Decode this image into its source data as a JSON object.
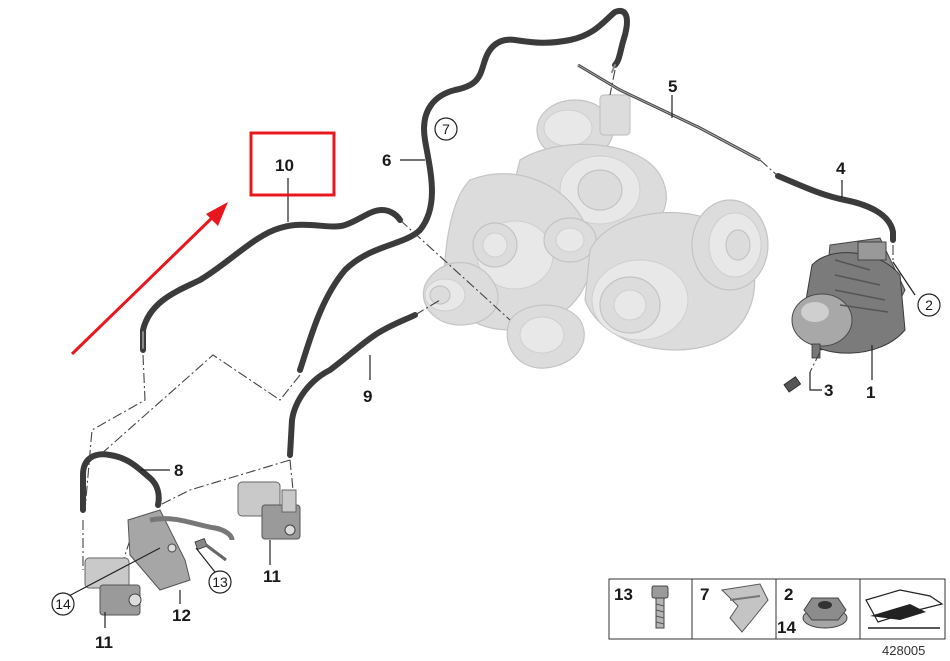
{
  "callouts": {
    "c1": "1",
    "c2": "2",
    "c3": "3",
    "c4": "4",
    "c5": "5",
    "c6": "6",
    "c7": "7",
    "c8": "8",
    "c9": "9",
    "c10": "10",
    "c11a": "11",
    "c11b": "11",
    "c12": "12",
    "c13": "13",
    "c14": "14"
  },
  "legend": {
    "item13": "13",
    "item7": "7",
    "item2": "2",
    "item14": "14"
  },
  "figure_id": "428005",
  "colors": {
    "highlight_box": "#e8171d",
    "arrow": "#e8171d",
    "hose": "#3b3b3b",
    "ghost_part": "#dcdcdc"
  }
}
